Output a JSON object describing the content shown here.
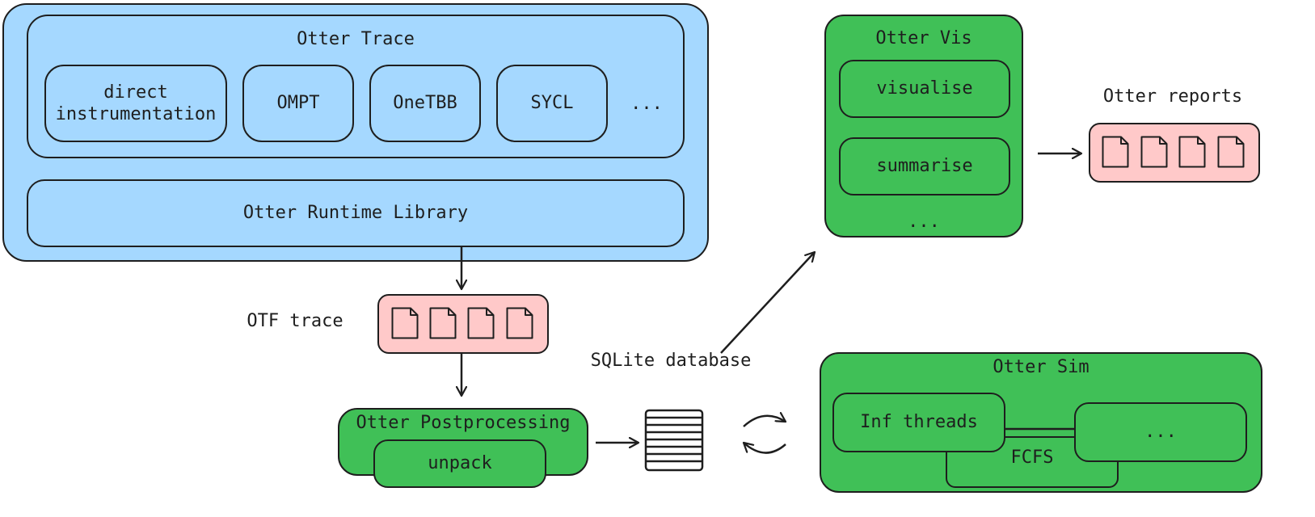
{
  "otter_trace": {
    "title": "Otter Trace",
    "modules": [
      "direct instrumentation",
      "OMPT",
      "OneTBB",
      "SYCL",
      "..."
    ],
    "runtime_library": "Otter Runtime Library"
  },
  "otf_trace": {
    "label": "OTF trace"
  },
  "postprocessing": {
    "title": "Otter Postprocessing",
    "unpack": "unpack"
  },
  "database": {
    "label": "SQLite database"
  },
  "otter_vis": {
    "title": "Otter Vis",
    "items": [
      "visualise",
      "summarise"
    ],
    "more": "..."
  },
  "otter_reports": {
    "label": "Otter reports"
  },
  "otter_sim": {
    "title": "Otter Sim",
    "inf_threads": "Inf threads",
    "more": "...",
    "fcfs": "FCFS"
  },
  "colors": {
    "blue": "#a5d8ff",
    "green": "#40c057",
    "pink": "#ffc9c9",
    "stroke": "#1e1e1e"
  },
  "icons": {
    "file": "document-icon",
    "database": "database-icon",
    "sync": "sync-arrows-icon"
  }
}
